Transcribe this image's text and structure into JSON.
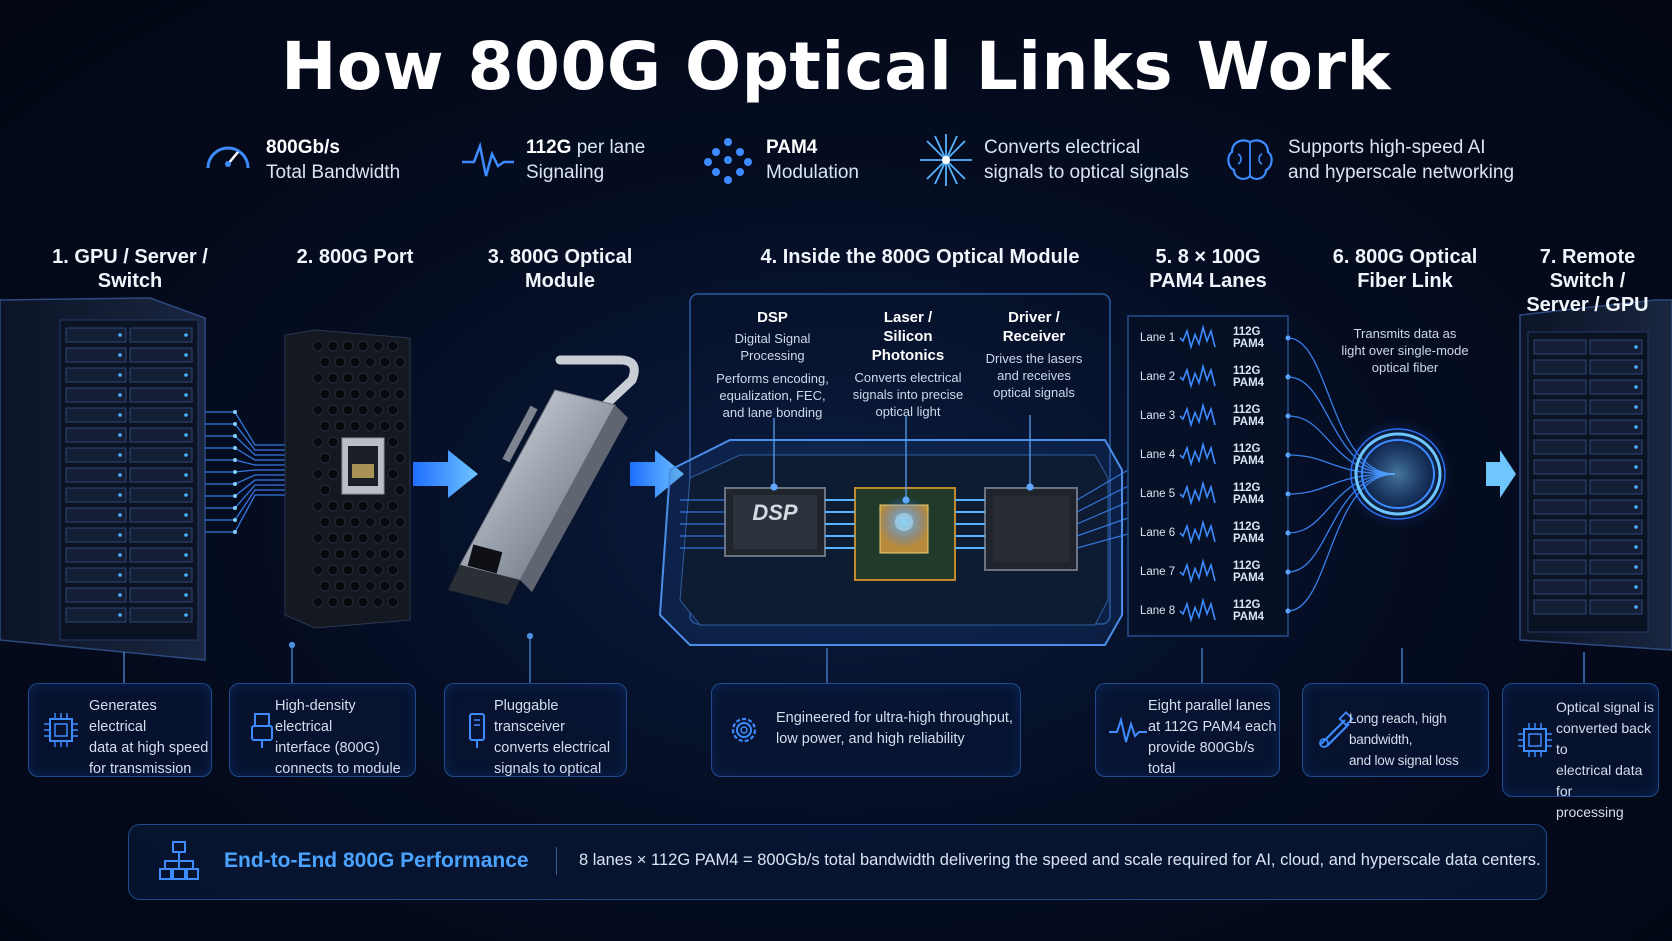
{
  "title": "How 800G Optical Links Work",
  "features": [
    {
      "icon": "speedometer-icon",
      "bold": "800Gb/s",
      "text": "Total Bandwidth"
    },
    {
      "icon": "waveform-icon",
      "bold": "112G",
      "bold_suffix": " per lane",
      "text": "Signaling"
    },
    {
      "icon": "dot-grid-icon",
      "bold": "PAM4",
      "text": "Modulation"
    },
    {
      "icon": "starburst-icon",
      "line1": "Converts electrical",
      "line2": "signals to optical signals"
    },
    {
      "icon": "brain-icon",
      "line1": "Supports high-speed AI",
      "line2": "and hyperscale networking"
    }
  ],
  "steps": [
    {
      "line1": "1. GPU / Server / Switch"
    },
    {
      "line1": "2. 800G Port"
    },
    {
      "line1": "3. 800G Optical Module"
    },
    {
      "line1": "4. Inside the 800G Optical Module"
    },
    {
      "line1": "5. 8 × 100G",
      "line2": "PAM4 Lanes"
    },
    {
      "line1": "6. 800G Optical",
      "line2": "Fiber Link"
    },
    {
      "line1": "7. Remote Switch /",
      "line2": "Server / GPU"
    }
  ],
  "module_columns": [
    {
      "h1": "DSP",
      "h2": "",
      "b": [
        "Digital Signal",
        "Processing",
        "",
        "Performs encoding,",
        "equalization, FEC,",
        "and lane bonding"
      ]
    },
    {
      "h1": "Laser /",
      "h2": "Silicon Photonics",
      "b": [
        "Converts electrical",
        "signals into precise",
        "optical light"
      ]
    },
    {
      "h1": "Driver /",
      "h2": "Receiver",
      "b": [
        "Drives the lasers",
        "and receives",
        "optical signals"
      ]
    }
  ],
  "dsp_chip_label": "DSP",
  "lanes": [
    {
      "name": "Lane 1",
      "value": "112G PAM4"
    },
    {
      "name": "Lane 2",
      "value": "112G PAM4"
    },
    {
      "name": "Lane 3",
      "value": "112G PAM4"
    },
    {
      "name": "Lane 4",
      "value": "112G PAM4"
    },
    {
      "name": "Lane 5",
      "value": "112G PAM4"
    },
    {
      "name": "Lane 6",
      "value": "112G PAM4"
    },
    {
      "name": "Lane 7",
      "value": "112G PAM4"
    },
    {
      "name": "Lane 8",
      "value": "112G PAM4"
    }
  ],
  "fiber_note": [
    "Transmits data as",
    "light over single-mode",
    "optical fiber"
  ],
  "cards": [
    {
      "icon": "chip-icon",
      "lines": [
        "Generates electrical",
        "data at high speed",
        "for transmission"
      ]
    },
    {
      "icon": "connector-icon",
      "lines": [
        "High-density electrical",
        "interface (800G)",
        "connects to module"
      ]
    },
    {
      "icon": "transceiver-icon",
      "lines": [
        "Pluggable transceiver",
        "converts electrical",
        "signals to optical"
      ]
    },
    {
      "icon": "gear-icon",
      "lines": [
        "Engineered for ultra-high throughput,",
        "low power, and high reliability"
      ]
    },
    {
      "icon": "waveform-icon",
      "lines": [
        "Eight parallel lanes",
        "at 112G PAM4 each",
        "provide 800Gb/s total"
      ]
    },
    {
      "icon": "fiber-cable-icon",
      "lines": [
        "Long reach, high bandwidth,",
        "and low signal loss"
      ]
    },
    {
      "icon": "chip-icon",
      "lines": [
        "Optical signal is",
        "converted back to",
        "electrical data for",
        "processing"
      ]
    }
  ],
  "footer": {
    "icon": "network-hierarchy-icon",
    "heading": "End-to-End 800G Performance",
    "text": "8 lanes × 112G PAM4 = 800Gb/s total bandwidth delivering the speed and scale required for AI, cloud, and hyperscale data centers."
  },
  "colors": {
    "accent": "#3d8bff",
    "glow": "#56b4ff",
    "heading_blue": "#4aa3ff",
    "gold": "#d9a441"
  }
}
